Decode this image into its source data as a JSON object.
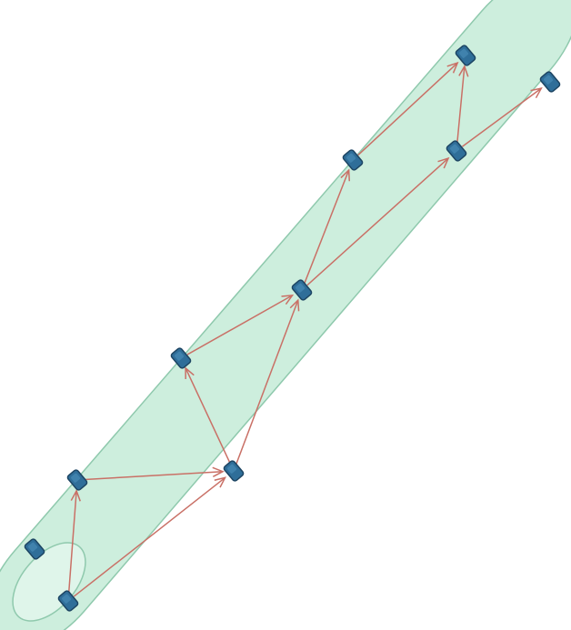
{
  "colors": {
    "tube_fill": "#cdeedd",
    "tube_stroke": "#8fc9ad",
    "edge": "#c97066",
    "node_fill": "#2f6e99",
    "node_stroke": "#1d4563",
    "node_highlight": "#4f93bd"
  },
  "nodes": [
    {
      "id": "n1"
    },
    {
      "id": "n2"
    },
    {
      "id": "n3"
    },
    {
      "id": "n4"
    },
    {
      "id": "n5"
    },
    {
      "id": "n6"
    },
    {
      "id": "n7"
    },
    {
      "id": "n8"
    },
    {
      "id": "n9"
    },
    {
      "id": "n10"
    }
  ],
  "edges": [
    {
      "from": "n2",
      "to": "n3"
    },
    {
      "from": "n2",
      "to": "n4"
    },
    {
      "from": "n3",
      "to": "n4"
    },
    {
      "from": "n4",
      "to": "n5"
    },
    {
      "from": "n4",
      "to": "n6"
    },
    {
      "from": "n5",
      "to": "n6"
    },
    {
      "from": "n6",
      "to": "n7"
    },
    {
      "from": "n6",
      "to": "n8"
    },
    {
      "from": "n7",
      "to": "n9"
    },
    {
      "from": "n8",
      "to": "n9"
    },
    {
      "from": "n8",
      "to": "n10"
    }
  ]
}
